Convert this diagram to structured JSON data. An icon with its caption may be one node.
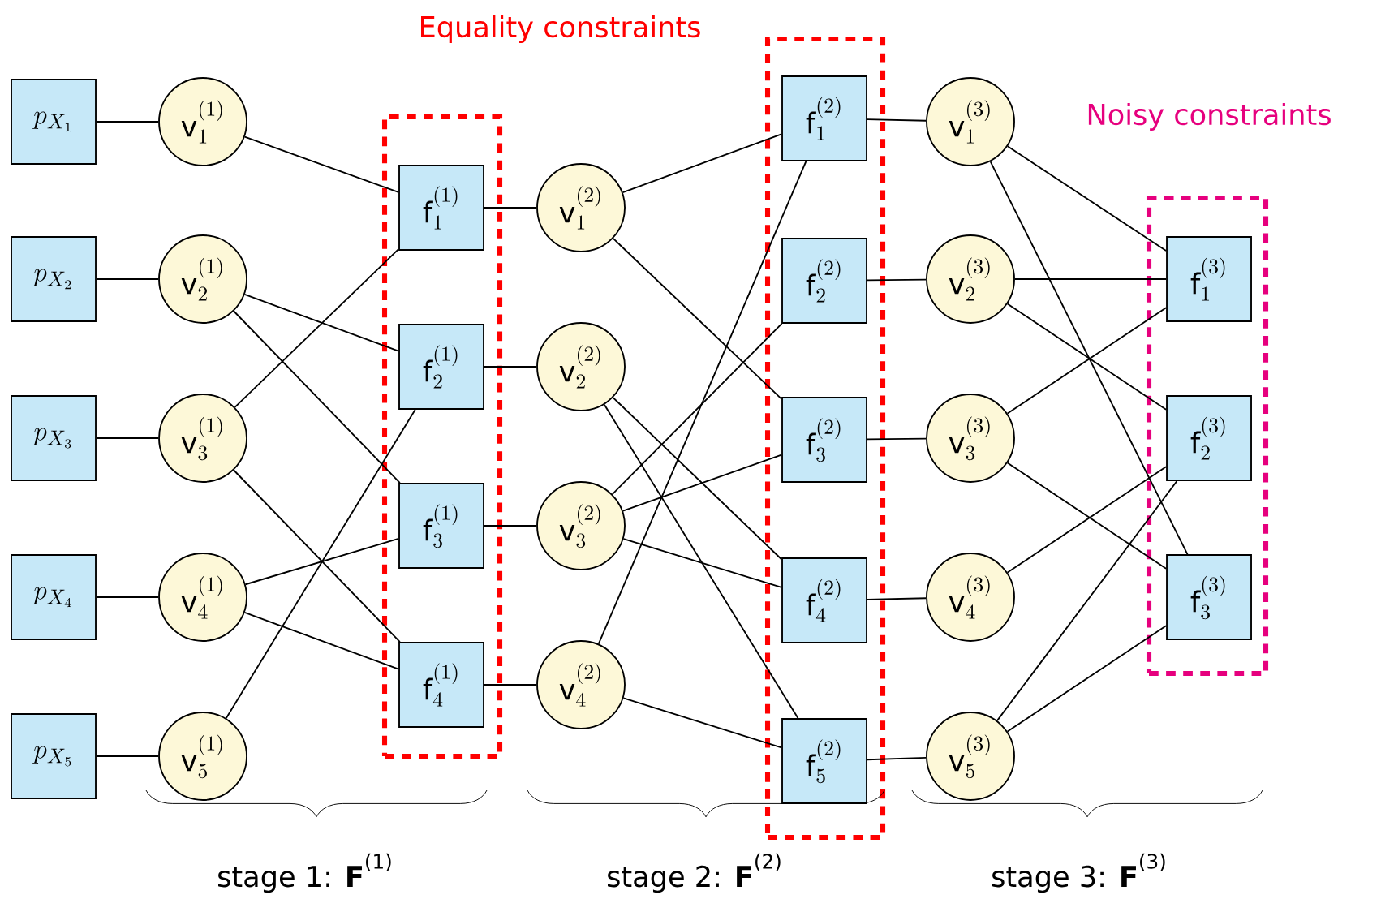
{
  "diagram": {
    "nodes": [
      {
        "text": [
          "p_{X_1}"
        ]
      },
      {
        "text": [
          "p_{X_2}"
        ]
      },
      {
        "text": [
          "p_{X_3}"
        ]
      },
      {
        "text": [
          "p_{X_4}"
        ]
      },
      {
        "text": [
          "p_{X_5}"
        ]
      },
      {
        "text": [
          "\\mathrm{v}_{1}^{(1)}"
        ]
      },
      {
        "text": [
          "\\mathrm{v}_{2}^{(1)}"
        ]
      },
      {
        "text": [
          "\\mathrm{v}_{3}^{(1)}"
        ]
      },
      {
        "text": [
          "\\mathrm{v}_{4}^{(1)}"
        ]
      },
      {
        "text": [
          "\\mathrm{v}_{5}^{(1)}"
        ]
      },
      {
        "text": [],
        "shape": "box"
      },
      {
        "text": [
          "\\mathrm{f}_{1}^{(1)}"
        ],
        "in": 10
      },
      {
        "text": [
          "\\mathrm{f}_{2}^{(1)}"
        ],
        "in": 10
      },
      {
        "text": [
          "\\mathrm{f}_{3}^{(1)}"
        ],
        "in": 10
      },
      {
        "text": [
          "\\mathrm{f}_{4}^{(1)}"
        ],
        "in": 10
      },
      {
        "text": [
          "\\mathrm{v}_{1}^{(2)}"
        ]
      },
      {
        "text": [
          "\\mathrm{v}_{2}^{(2)}"
        ]
      },
      {
        "text": [
          "\\mathrm{v}_{3}^{(2)}"
        ]
      },
      {
        "text": [
          "\\mathrm{v}_{4}^{(2)}"
        ]
      },
      {
        "text": [],
        "shape": "box"
      },
      {
        "text": [
          "\\mathrm{f}_{1}^{(2)}"
        ],
        "in": 19
      },
      {
        "text": [
          "\\mathrm{f}_{2}^{(2)}"
        ],
        "in": 19
      },
      {
        "text": [
          "\\mathrm{f}_{3}^{(2)}"
        ],
        "in": 19
      },
      {
        "text": [
          "\\mathrm{f}_{4}^{(2)}"
        ],
        "in": 19
      },
      {
        "text": [
          "\\mathrm{f}_{5}^{(2)}"
        ],
        "in": 19
      },
      {
        "text": [
          "\\mathrm{v}_{1}^{(3)}"
        ]
      },
      {
        "text": [
          "\\mathrm{v}_{2}^{(3)}"
        ]
      },
      {
        "text": [
          "\\mathrm{v}_{3}^{(3)}"
        ]
      },
      {
        "text": [
          "\\mathrm{v}_{4}^{(3)}"
        ]
      },
      {
        "text": [
          "\\mathrm{v}_{5}^{(3)}"
        ]
      },
      {
        "text": [],
        "shape": "box"
      },
      {
        "text": [
          "\\mathrm{f}_{1}^{(3)}"
        ],
        "in": 30
      },
      {
        "text": [
          "\\mathrm{f}_{2}^{(3)}"
        ],
        "in": 30
      },
      {
        "text": [
          "\\mathrm{f}_{3}^{(3)}"
        ],
        "in": 30
      }
    ],
    "edges": [
      {
        "from": 0,
        "to": 5,
        "arrow": "none"
      },
      {
        "from": 1,
        "to": 6,
        "arrow": "none"
      },
      {
        "from": 2,
        "to": 7,
        "arrow": "none"
      },
      {
        "from": 3,
        "to": 8,
        "arrow": "none"
      },
      {
        "from": 4,
        "to": 9,
        "arrow": "none"
      },
      {
        "from": 5,
        "to": 11,
        "arrow": "none"
      },
      {
        "from": 6,
        "to": 12,
        "arrow": "none"
      },
      {
        "from": 6,
        "to": 13,
        "arrow": "none"
      },
      {
        "from": 7,
        "to": 11,
        "arrow": "none"
      },
      {
        "from": 7,
        "to": 14,
        "arrow": "none"
      },
      {
        "from": 8,
        "to": 13,
        "arrow": "none"
      },
      {
        "from": 8,
        "to": 14,
        "arrow": "none"
      },
      {
        "from": 9,
        "to": 12,
        "arrow": "none"
      },
      {
        "from": 11,
        "to": 15,
        "arrow": "none"
      },
      {
        "from": 12,
        "to": 16,
        "arrow": "none"
      },
      {
        "from": 13,
        "to": 17,
        "arrow": "none"
      },
      {
        "from": 14,
        "to": 18,
        "arrow": "none"
      },
      {
        "from": 15,
        "to": 20,
        "arrow": "none"
      },
      {
        "from": 15,
        "to": 22,
        "arrow": "none"
      },
      {
        "from": 16,
        "to": 23,
        "arrow": "none"
      },
      {
        "from": 16,
        "to": 24,
        "arrow": "none"
      },
      {
        "from": 17,
        "to": 21,
        "arrow": "none"
      },
      {
        "from": 17,
        "to": 22,
        "arrow": "none"
      },
      {
        "from": 17,
        "to": 23,
        "arrow": "none"
      },
      {
        "from": 18,
        "to": 20,
        "arrow": "none"
      },
      {
        "from": 18,
        "to": 24,
        "arrow": "none"
      },
      {
        "from": 20,
        "to": 25,
        "arrow": "none"
      },
      {
        "from": 21,
        "to": 26,
        "arrow": "none"
      },
      {
        "from": 22,
        "to": 27,
        "arrow": "none"
      },
      {
        "from": 23,
        "to": 28,
        "arrow": "none"
      },
      {
        "from": 24,
        "to": 29,
        "arrow": "none"
      },
      {
        "from": 25,
        "to": 31,
        "arrow": "none"
      },
      {
        "from": 25,
        "to": 33,
        "arrow": "none"
      },
      {
        "from": 26,
        "to": 31,
        "arrow": "none"
      },
      {
        "from": 26,
        "to": 32,
        "arrow": "none"
      },
      {
        "from": 27,
        "to": 31,
        "arrow": "none"
      },
      {
        "from": 27,
        "to": 33,
        "arrow": "none"
      },
      {
        "from": 28,
        "to": 32,
        "arrow": "none"
      },
      {
        "from": 29,
        "to": 32,
        "arrow": "none"
      },
      {
        "from": 29,
        "to": 33,
        "arrow": "none"
      }
    ],
    "labels": [
      "Equality constraints",
      "Noisy constraints",
      "stage 1: **F**$^{(1)}$",
      "stage 2: **F**$^{(2)}$",
      "stage 3: **F**$^{(3)}$"
    ]
  }
}
